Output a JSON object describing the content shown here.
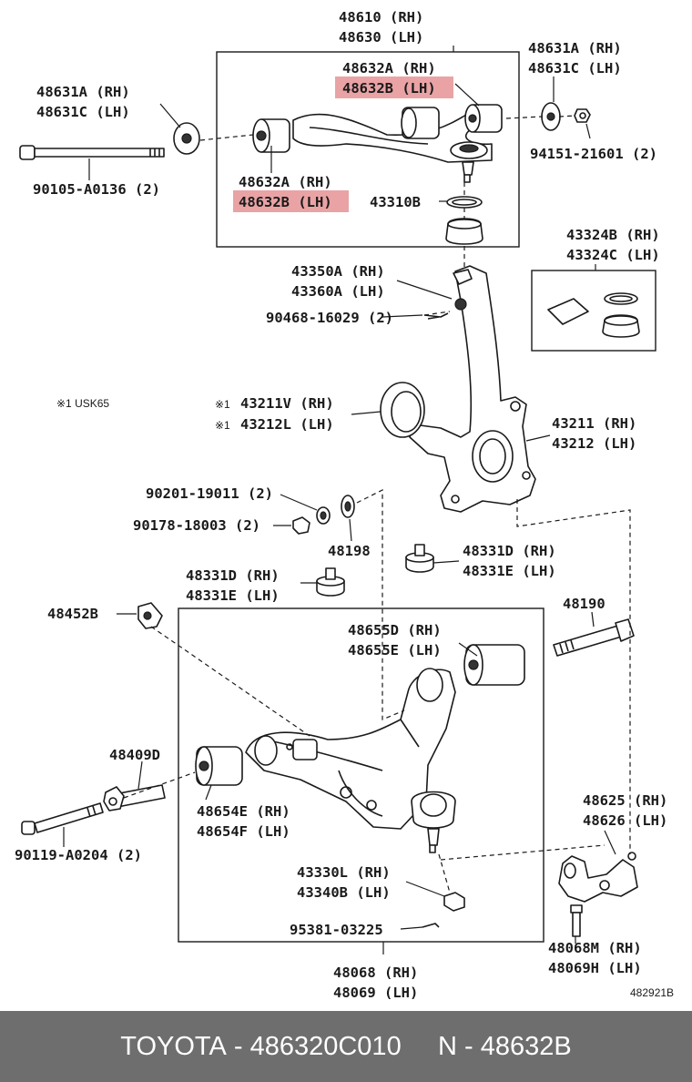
{
  "labels": {
    "upper_arm_rh": "48610 (RH)",
    "upper_arm_lh": "48630 (LH)",
    "bush_top_rh": "48632A (RH)",
    "bush_top_lh": "48632B (LH)",
    "bush_bottom_rh": "48632A (RH)",
    "bush_bottom_lh": "48632B (LH)",
    "cam_right_rh": "48631A (RH)",
    "cam_right_lh": "48631C (LH)",
    "cam_left_rh": "48631A (RH)",
    "cam_left_lh": "48631C (LH)",
    "nut_right": "94151-21601 (2)",
    "bolt_left": "90105-A0136 (2)",
    "ring_43310b": "43310B",
    "boot_kit_rh": "43324B (RH)",
    "boot_kit_lh": "43324C (LH)",
    "nut_43350_rh": "43350A (RH)",
    "nut_43360_lh": "43360A (LH)",
    "pin_90468": "90468-16029 (2)",
    "note": "※1 USK65",
    "seal_mark1": "※1",
    "seal_mark2": "※1",
    "seal_rh": "43211V (RH)",
    "seal_lh": "43212L (LH)",
    "knuckle_rh": "43211 (RH)",
    "knuckle_lh": "43212 (LH)",
    "nut_90201": "90201-19011 (2)",
    "nut_90178": "90178-18003 (2)",
    "washer_48198": "48198",
    "stopper_right_rh": "48331D (RH)",
    "stopper_right_lh": "48331E (LH)",
    "stopper_left_rh": "48331D (RH)",
    "stopper_left_lh": "48331E (LH)",
    "bracket_48452b": "48452B",
    "bolt_48190": "48190",
    "bush_front_rh": "48655D (RH)",
    "bush_front_lh": "48655E (LH)",
    "bolt_48409d": "48409D",
    "bush_rear_rh": "48654E (RH)",
    "bush_rear_lh": "48654F (LH)",
    "bolt_90119": "90119-A0204 (2)",
    "bracket_rh": "48625 (RH)",
    "bracket_lh": "48626 (LH)",
    "balljoint_rh": "43330L (RH)",
    "balljoint_lh": "43340B (LH)",
    "pin_95381": "95381-03225",
    "bolt_48068m": "48068M (RH)",
    "bolt_48069h": "48069H (LH)",
    "lower_arm_rh": "48068 (RH)",
    "lower_arm_lh": "48069 (LH)",
    "diagram_code": "482921B"
  },
  "footer": {
    "brand": "TOYOTA",
    "sep1": " - ",
    "part_number": "486320C010",
    "gap": "     ",
    "n_prefix": "N",
    "sep2": " - ",
    "n_code": "48632B"
  },
  "colors": {
    "highlight": "#e9a3a5",
    "footer_bg": "#6e6e6e"
  }
}
